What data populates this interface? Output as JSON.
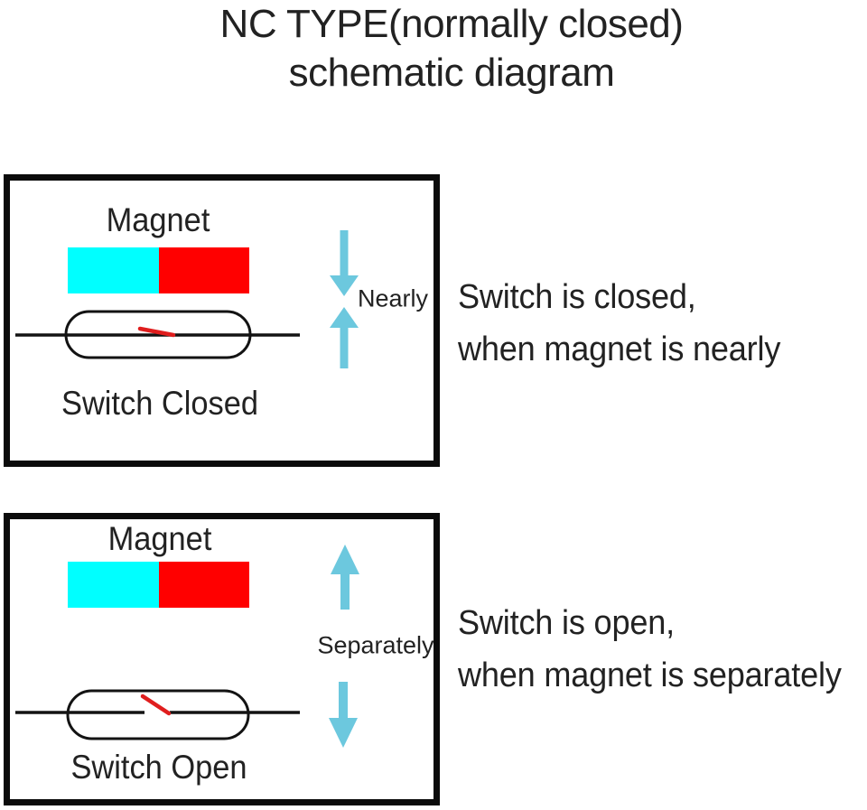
{
  "title": {
    "line1": "NC TYPE(normally closed)",
    "line2": "schematic diagram"
  },
  "colors": {
    "magnet_north": "#00ffff",
    "magnet_south": "#ff0000",
    "arrow": "#6cc8de",
    "contact": "#e01e1e",
    "line": "#131313",
    "border": "#0b0b0b",
    "text": "#222222",
    "background": "#ffffff"
  },
  "panels": [
    {
      "id": "closed",
      "magnet_label": "Magnet",
      "switch_label": "Switch Closed",
      "arrow_label": "Nearly",
      "arrow_direction": "toward-each-other",
      "switch_state": "closed",
      "caption_line1": "Switch is closed,",
      "caption_line2": "when magnet is nearly"
    },
    {
      "id": "open",
      "magnet_label": "Magnet",
      "switch_label": "Switch Open",
      "arrow_label": "Separately",
      "arrow_direction": "away-from-each-other",
      "switch_state": "open",
      "caption_line1": "Switch is open,",
      "caption_line2": "when magnet is separately"
    }
  ]
}
